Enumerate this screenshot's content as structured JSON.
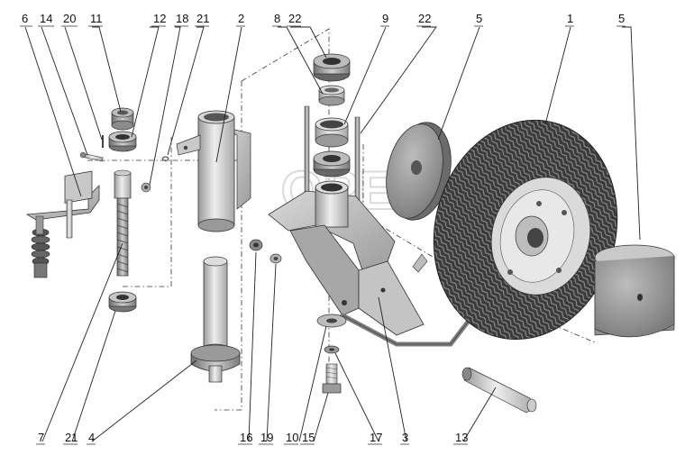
{
  "watermark": "ОРЕХ",
  "callouts": {
    "c6": "6",
    "c14": "14",
    "c20": "20",
    "c11": "11",
    "c12": "12",
    "c18": "18",
    "c21top": "21",
    "c2": "2",
    "c8": "8",
    "c22a": "22",
    "c9": "9",
    "c22b": "22",
    "c5left": "5",
    "c1": "1",
    "c5right": "5",
    "c7": "7",
    "c21bot": "21",
    "c4": "4",
    "c16": "16",
    "c19": "19",
    "c10": "10",
    "c15": "15",
    "c17": "17",
    "c3": "3",
    "c13": "13"
  }
}
